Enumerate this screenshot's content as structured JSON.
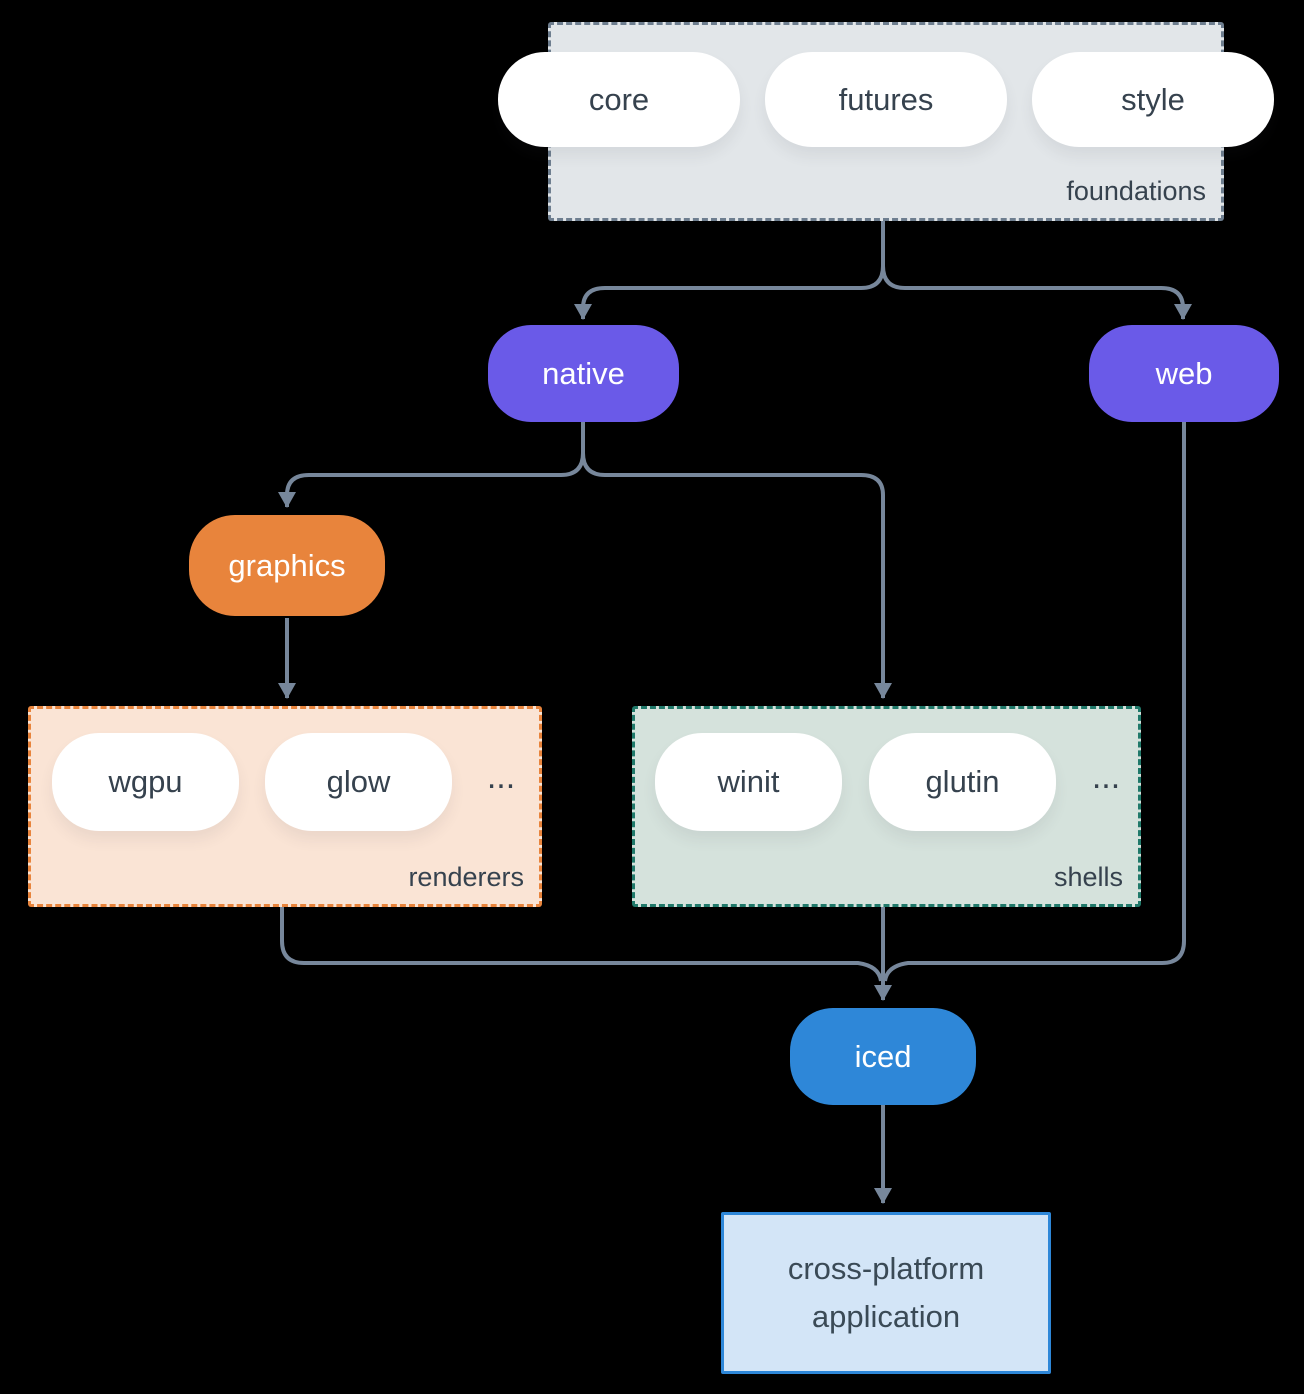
{
  "diagram": {
    "foundations": {
      "label": "foundations",
      "pills": [
        "core",
        "futures",
        "style"
      ]
    },
    "native": {
      "label": "native"
    },
    "web": {
      "label": "web"
    },
    "graphics": {
      "label": "graphics"
    },
    "renderers": {
      "label": "renderers",
      "pills": [
        "wgpu",
        "glow"
      ],
      "more": "..."
    },
    "shells": {
      "label": "shells",
      "pills": [
        "winit",
        "glutin"
      ],
      "more": "..."
    },
    "iced": {
      "label": "iced"
    },
    "application": {
      "line1": "cross-platform",
      "line2": "application"
    }
  },
  "colors": {
    "background": "#000000",
    "line": "#77879B",
    "text": "#36424E",
    "foundations_fill": "#E2E6E9",
    "foundations_border": "#6E7E8F",
    "native_web_fill": "#6A5AE8",
    "graphics_fill": "#E8843C",
    "renderers_fill": "#FAE4D5",
    "renderers_border": "#E8843C",
    "shells_fill": "#D5E2DC",
    "shells_border": "#20796A",
    "iced_fill": "#2E87D8",
    "application_fill": "#D3E5F7",
    "application_border": "#2E87D8"
  }
}
